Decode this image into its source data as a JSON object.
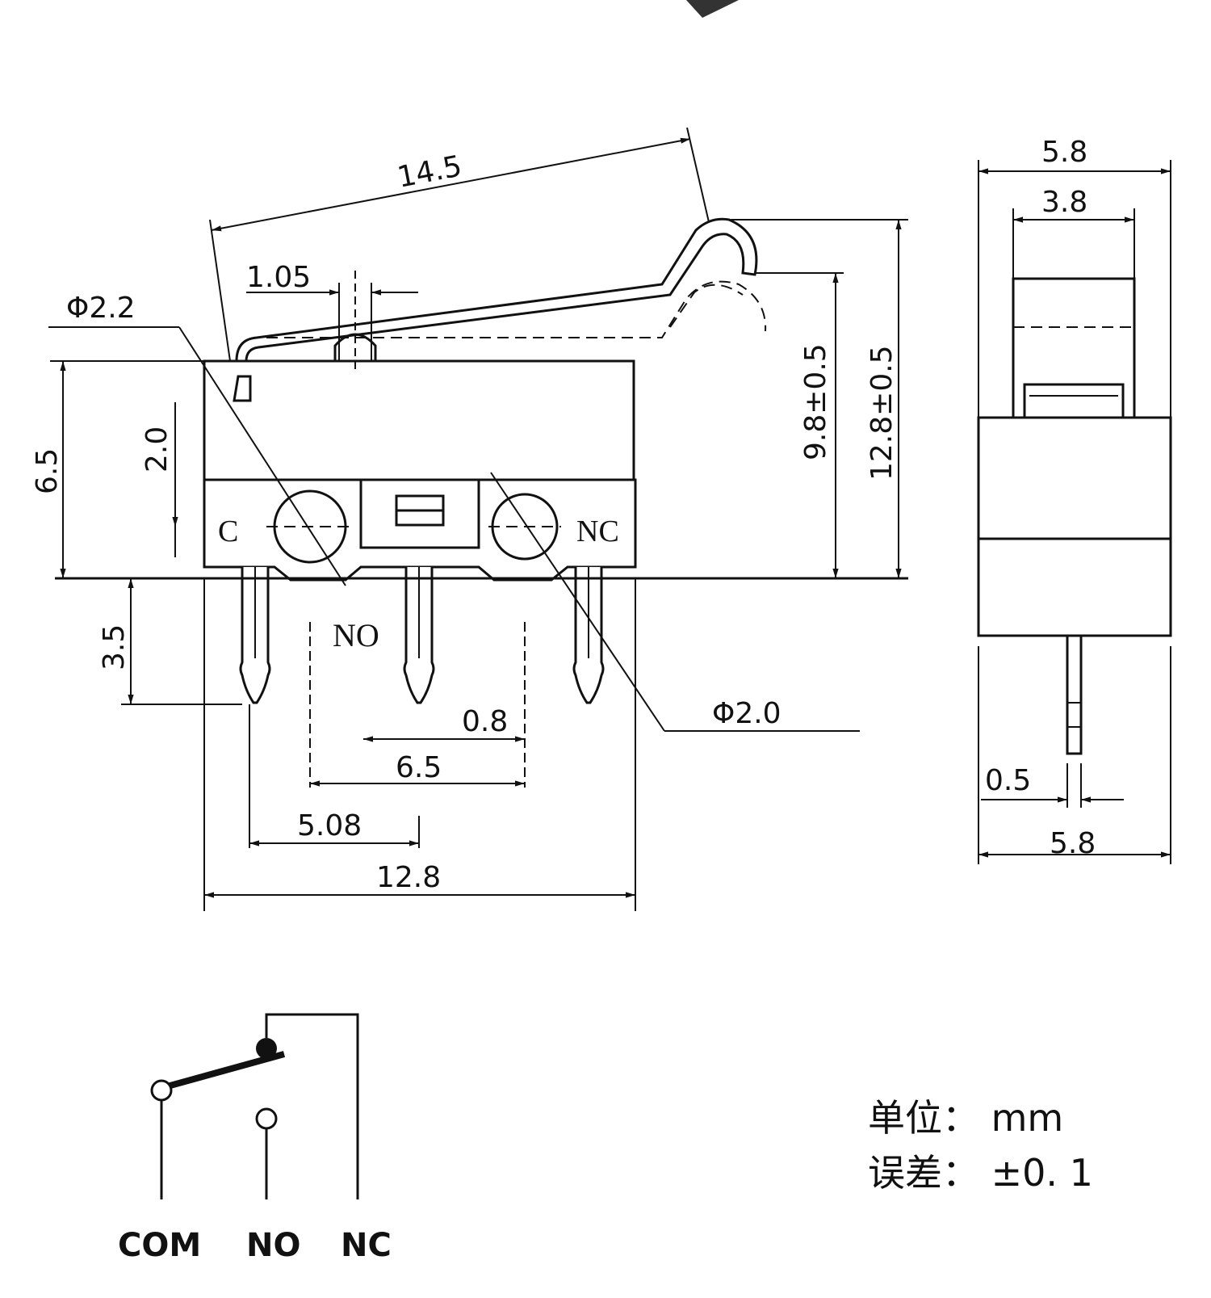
{
  "dimensions": {
    "lever_length": "14.5",
    "actuator_offset": "1.05",
    "hole_diameter_c": "Φ2.2",
    "hole_diameter_nc": "Φ2.0",
    "body_height": "6.5",
    "hole_height": "2.0",
    "free_position": "9.8±0.5",
    "total_height": "12.8±0.5",
    "pin_length": "3.5",
    "pin_width": "0.8",
    "pin_span": "6.5",
    "pin_pitch": "5.08",
    "body_length": "12.8",
    "side_width_top": "5.8",
    "side_plunger_width": "3.8",
    "side_pin_thickness": "0.5",
    "side_width_bottom": "5.8"
  },
  "terminal_labels": {
    "c": "C",
    "no": "NO",
    "nc": "NC"
  },
  "schematic": {
    "com": "COM",
    "no": "NO",
    "nc": "NC"
  },
  "notes": {
    "unit": "单位： mm",
    "tolerance": "误差： ±0. 1"
  }
}
